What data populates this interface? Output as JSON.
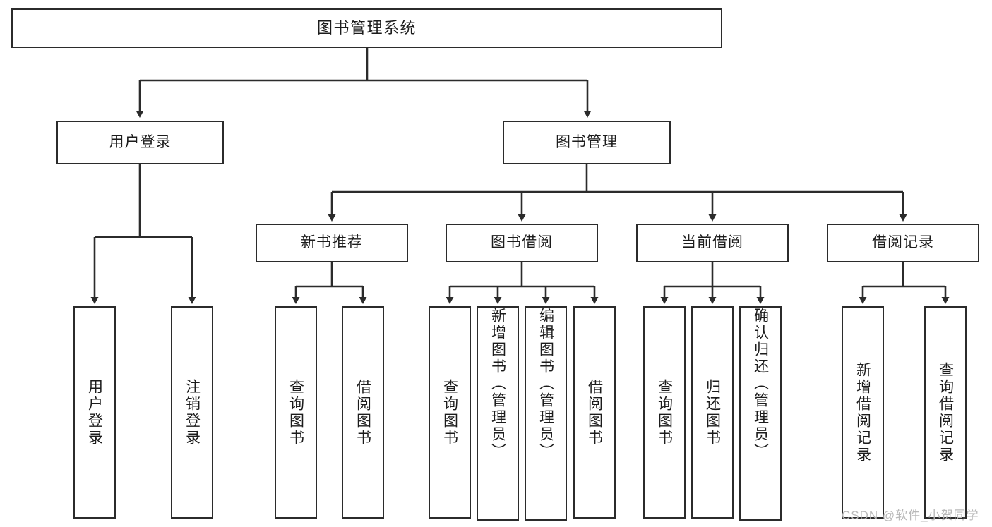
{
  "diagram": {
    "type": "tree",
    "title": "图书管理系统",
    "orientation": "top-down",
    "colors": {
      "node_border": "#2b2b2b",
      "node_fill": "#ffffff",
      "edge": "#2b2b2b",
      "text": "#1c1c1c",
      "watermark": "#b9b9b9",
      "background": "#ffffff"
    },
    "root": {
      "label": "图书管理系统"
    },
    "level2": [
      {
        "label": "用户登录"
      },
      {
        "label": "图书管理"
      }
    ],
    "level3": [
      {
        "label": "新书推荐"
      },
      {
        "label": "图书借阅"
      },
      {
        "label": "当前借阅"
      },
      {
        "label": "借阅记录"
      }
    ],
    "leaves": {
      "user_login": [
        {
          "label": "用户登录"
        },
        {
          "label": "注销登录"
        }
      ],
      "new_book_recommend": [
        {
          "label": "查询图书"
        },
        {
          "label": "借阅图书"
        }
      ],
      "book_borrow": [
        {
          "label": "查询图书"
        },
        {
          "label": "新增图书（管理员）"
        },
        {
          "label": "编辑图书（管理员）"
        },
        {
          "label": "借阅图书"
        }
      ],
      "current_borrow": [
        {
          "label": "查询图书"
        },
        {
          "label": "归还图书"
        },
        {
          "label": "确认归还（管理员）"
        }
      ],
      "borrow_record": [
        {
          "label": "新增借阅记录"
        },
        {
          "label": "查询借阅记录"
        }
      ]
    }
  },
  "watermark": {
    "text": "CSDN @软件_小贺同学"
  }
}
